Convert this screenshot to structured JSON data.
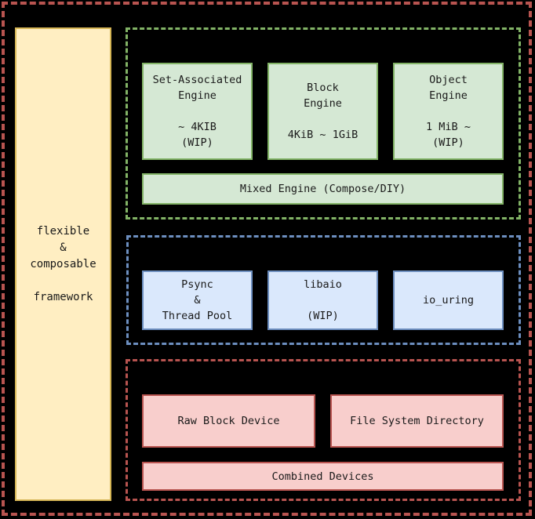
{
  "diagram": {
    "background_color": "#000000",
    "outer_frame": {
      "name": "overall-framework-boundary",
      "border_color": "#b85450",
      "border_style": "dashed"
    },
    "side_panel": {
      "text": "flexible\n&\ncomposable\n\nframework",
      "fill_color": "#ffeec2",
      "border_color": "#d6b656"
    },
    "groups": [
      {
        "id": "engines",
        "border_color": "#82b366",
        "border_style": "dashed",
        "node_fill": "#d5e8d4",
        "node_border": "#82b366",
        "nodes": [
          {
            "id": "set-associated-engine",
            "text": "Set-Associated\nEngine\n\n~ 4KIB\n(WIP)"
          },
          {
            "id": "block-engine",
            "text": "Block\nEngine\n\n4KiB ~ 1GiB"
          },
          {
            "id": "object-engine",
            "text": "Object\nEngine\n\n1 MiB ~\n(WIP)"
          },
          {
            "id": "mixed-engine",
            "text": "Mixed Engine (Compose/DIY)"
          }
        ]
      },
      {
        "id": "io-backends",
        "border_color": "#6c8ebf",
        "border_style": "dashed",
        "node_fill": "#dae8fc",
        "node_border": "#6c8ebf",
        "nodes": [
          {
            "id": "psync-thread-pool",
            "text": "Psync\n&\nThread Pool"
          },
          {
            "id": "libaio",
            "text": "libaio\n\n(WIP)"
          },
          {
            "id": "io-uring",
            "text": "io_uring"
          }
        ]
      },
      {
        "id": "devices",
        "border_color": "#b85450",
        "border_style": "dashed",
        "node_fill": "#f8cecc",
        "node_border": "#b85450",
        "nodes": [
          {
            "id": "raw-block-device",
            "text": "Raw Block Device"
          },
          {
            "id": "file-system-directory",
            "text": "File System Directory"
          },
          {
            "id": "combined-devices",
            "text": "Combined Devices"
          }
        ]
      }
    ]
  }
}
